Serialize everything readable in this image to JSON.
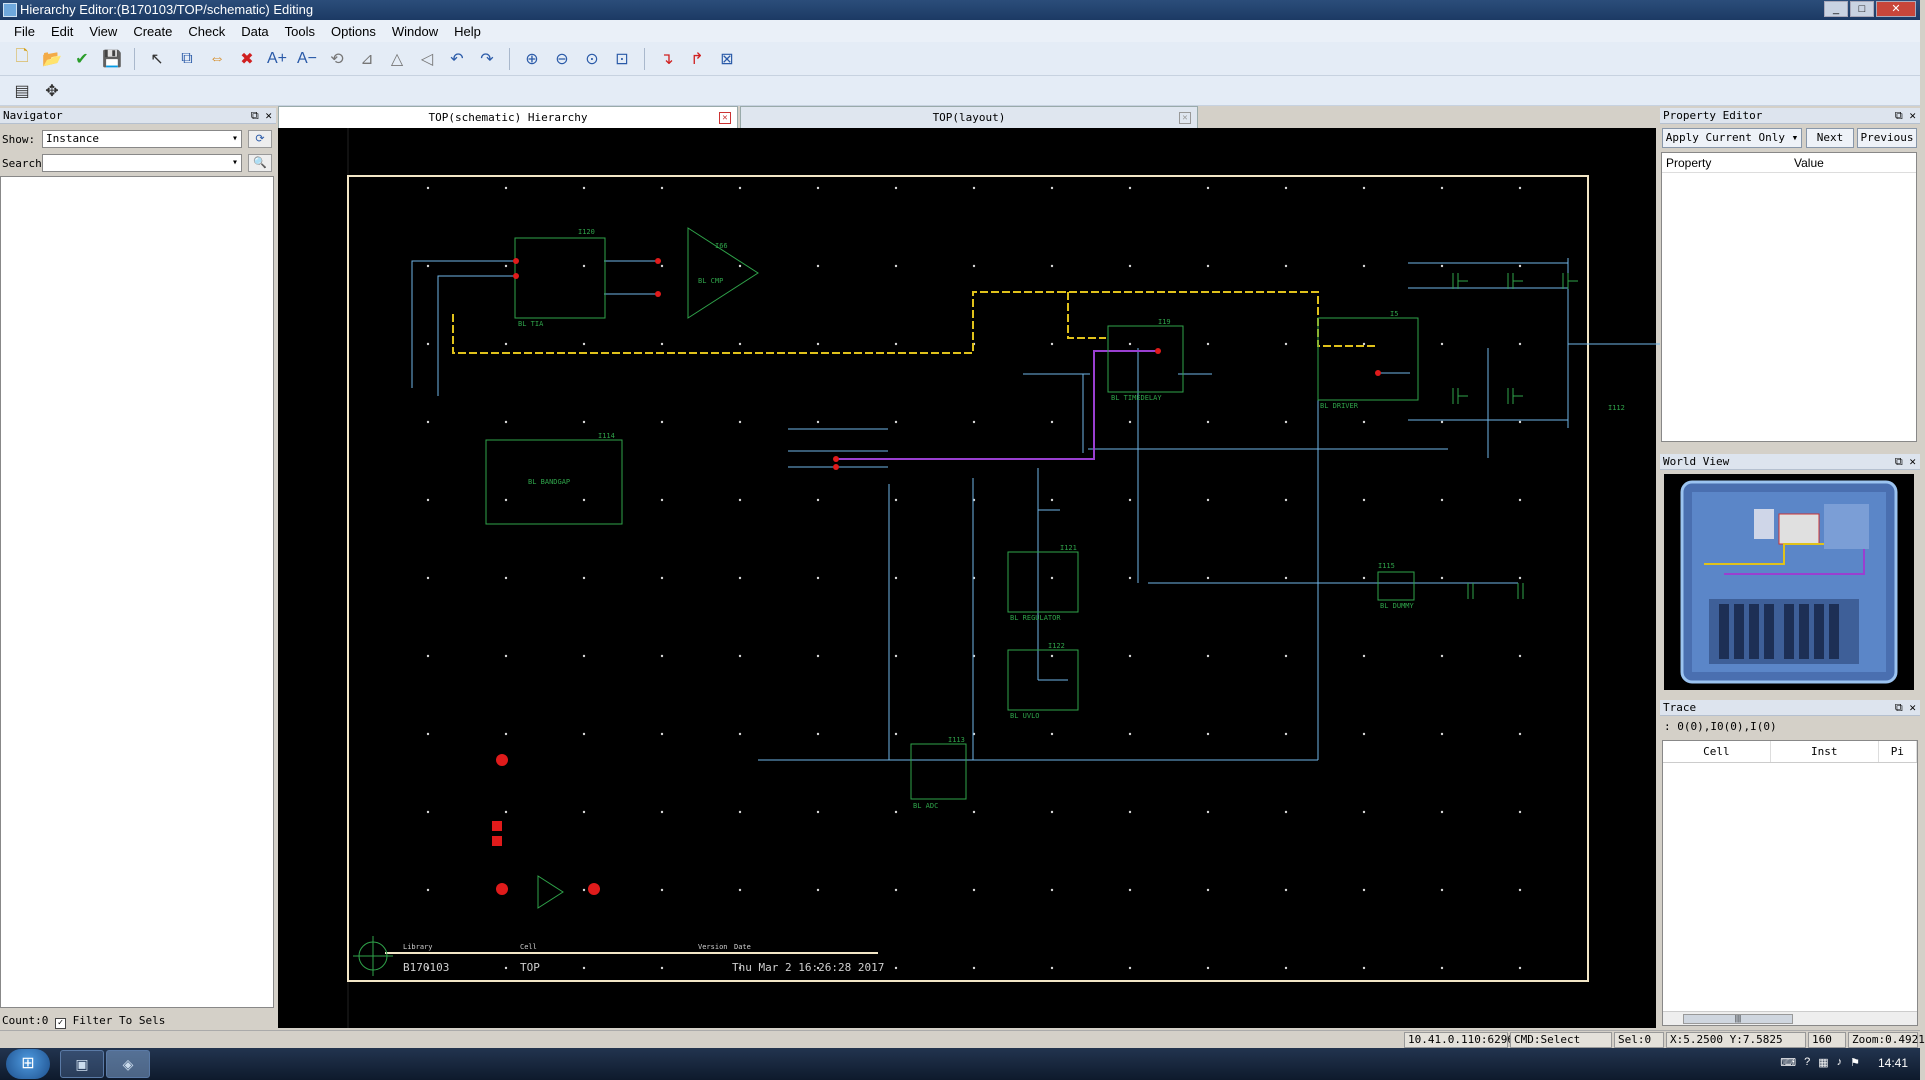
{
  "window": {
    "title": "Hierarchy Editor:(B170103/TOP/schematic) Editing"
  },
  "menu": [
    "File",
    "Edit",
    "View",
    "Create",
    "Check",
    "Data",
    "Tools",
    "Options",
    "Window",
    "Help"
  ],
  "toolbar_icons": [
    "new-icon",
    "open-icon",
    "check-icon",
    "save-icon",
    "select-icon",
    "copy-icon",
    "move-icon",
    "delete-icon",
    "zoom-text-in-icon",
    "zoom-text-out-icon",
    "rotate-icon",
    "flip-icon",
    "mirror-icon",
    "stretch-icon",
    "undo-icon",
    "redo-icon",
    "zoom-in-icon",
    "zoom-out-icon",
    "zoom-fit-icon",
    "zoom-box-icon",
    "descend-icon",
    "ascend-icon",
    "window-icon"
  ],
  "navigator": {
    "title": "Navigator",
    "show_label": "Show:",
    "show_value": "Instance",
    "search_label": "Search:",
    "search_value": "",
    "count_label": "Count:0",
    "filter_label": "Filter To Sels",
    "filter_checked": true
  },
  "tabs": [
    {
      "label": "TOP(schematic) Hierarchy",
      "active": true
    },
    {
      "label": "TOP(layout)",
      "active": false
    }
  ],
  "schematic": {
    "blocks": [
      "BL TIA",
      "BL CMP",
      "BL TIMEDELAY",
      "BL DRIVER",
      "BL BANDGAP",
      "BL REGULATOR",
      "BL UVLO",
      "BL ADC",
      "BL DUMMY"
    ],
    "inst_labels": [
      "I120",
      "I66",
      "I19",
      "I5",
      "I114",
      "I121",
      "I122",
      "I113",
      "I115",
      "I112"
    ],
    "title_block": {
      "library_label": "Library",
      "cell_label": "Cell",
      "version_label": "Version",
      "date_label": "Date",
      "library": "B170103",
      "cell": "TOP",
      "date": "Thu Mar  2 16:26:28 2017"
    }
  },
  "property_editor": {
    "title": "Property Editor",
    "apply_label": "Apply Current Only",
    "next_label": "Next",
    "previous_label": "Previous",
    "col_property": "Property",
    "col_value": "Value"
  },
  "world_view": {
    "title": "World View"
  },
  "trace": {
    "title": "Trace",
    "summary": ": 0(0),I0(0),I(0)",
    "col_cell": "Cell",
    "col_inst": "Inst",
    "col_pin": "Pi"
  },
  "status": {
    "ip": "10.41.0.110:6296",
    "cmd": "CMD:Select",
    "sel": "Sel:0",
    "coords": "X:5.2500 Y:7.5825",
    "grid": "160",
    "zoom": "Zoom:0.4921"
  },
  "clock": "14:41",
  "colors": {
    "canvas_bg": "#000000",
    "wire": "#6fb6e8",
    "block": "#2fa34a",
    "pin": "#e01b1b",
    "highlight": "#e0c21b",
    "net_purple": "#9a3fd0",
    "frame": "#f2e6c6"
  }
}
